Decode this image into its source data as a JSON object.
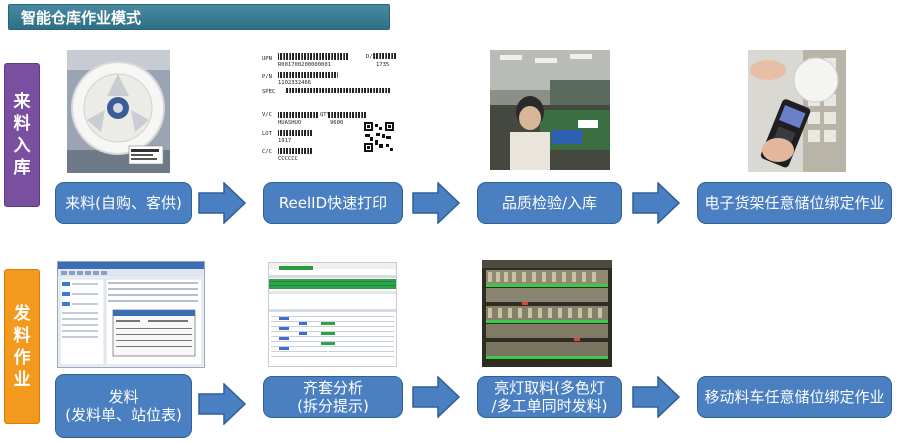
{
  "title": "智能仓库作业模式",
  "rows": [
    {
      "label": "来料入库",
      "steps": [
        "来料(自购、客供)",
        "ReelID快速打印",
        "品质检验/入库",
        "电子货架任意储位绑定作业"
      ]
    },
    {
      "label": "发料作业",
      "steps": [
        "发料\n(发料单、站位表)",
        "齐套分析\n(拆分提示)",
        "亮灯取料(多色灯\n/多工单同时发料)",
        "移动料车任意储位绑定作业"
      ]
    }
  ],
  "label_sheet": {
    "upn": "UPN",
    "pn": "P/N",
    "spec": "SPEC",
    "vc": "V/C",
    "lot": "LOT",
    "cc": "C/C",
    "dc": "D/C",
    "qty": "QTY",
    "upn_value": "R001700200000001",
    "pn_value": "1102332466",
    "dc_value": "1735",
    "qty_value": "9600",
    "vc_value": "HUASHUO",
    "lot_value": "1917",
    "cc_value": "CCCCCC"
  },
  "colors": {
    "title_bg": "#2f6f86",
    "box": "#4a7fc1",
    "arrow": "#4a7fc1",
    "side_purple": "#7a4fa0",
    "side_orange": "#f39a1e"
  }
}
